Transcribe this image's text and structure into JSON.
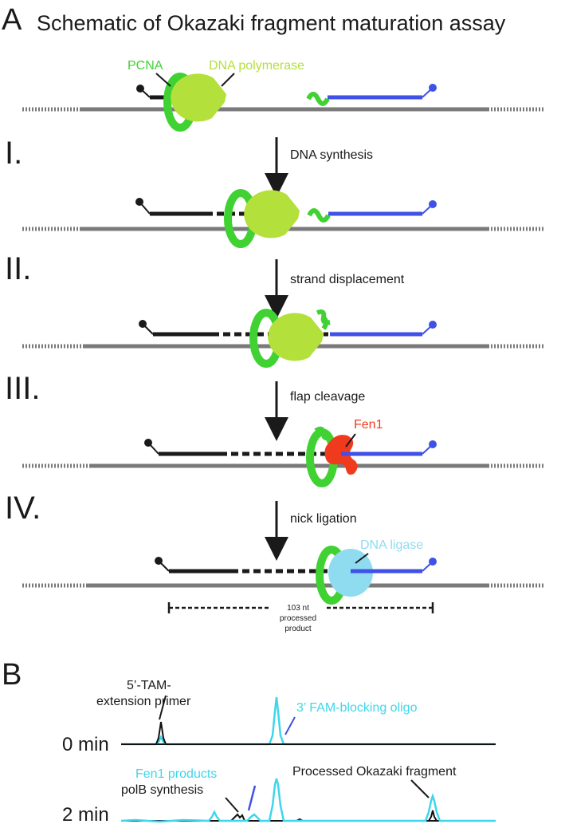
{
  "panel_a": {
    "letter": "A",
    "title": "Schematic of Okazaki fragment maturation assay",
    "labels": {
      "pcna": "PCNA",
      "dna_polymerase": "DNA polymerase",
      "fen1": "Fen1",
      "dna_ligase": "DNA ligase",
      "product_length": "103 nt",
      "product_line2": "processed",
      "product_line3": "product"
    },
    "steps": [
      {
        "numeral": "I.",
        "label": "DNA synthesis"
      },
      {
        "numeral": "II.",
        "label": "strand displacement"
      },
      {
        "numeral": "III.",
        "label": "flap cleavage"
      },
      {
        "numeral": "IV.",
        "label": "nick ligation"
      }
    ]
  },
  "panel_b": {
    "letter": "B",
    "labels": {
      "tam_line1": "5’-TAM-",
      "tam_line2": "extension primer",
      "fam_blocking": "3’ FAM-blocking oligo",
      "fen1_products": "Fen1 products",
      "polb_synthesis": "polB synthesis",
      "processed_fragment": "Processed Okazaki fragment"
    },
    "traces": [
      {
        "time": "0 min"
      },
      {
        "time": "2 min"
      }
    ]
  },
  "colors": {
    "pcna": "#3fd232",
    "polymerase": "#b3e03a",
    "fen1": "#f03a1e",
    "ligase": "#8fdcf0",
    "downstream": "#3f51e6",
    "template": "#7a7a7a",
    "tam_trace": "#111111",
    "fam_trace": "#3fd6ec"
  }
}
